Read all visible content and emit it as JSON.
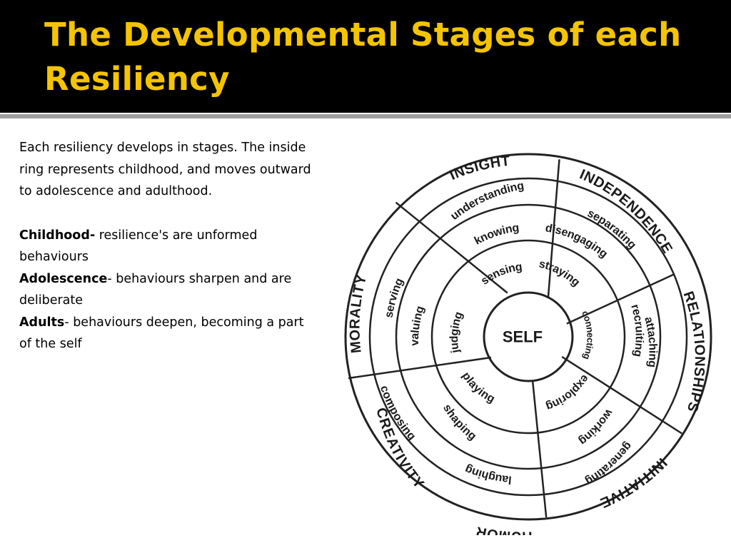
{
  "slide": {
    "title": "The Developmental Stages of each Resiliency",
    "intro": "Each resiliency develops in stages. The inside ring represents childhood, and moves outward to adolescence and adulthood.",
    "definitions": [
      {
        "term": "Childhood-",
        "desc": " resilience's are unformed behaviours"
      },
      {
        "term": "Adolescence",
        "desc": "- behaviours sharpen and are deliberate"
      },
      {
        "term": "Adults",
        "desc": "- behaviours deepen, becoming a part of the self"
      }
    ]
  },
  "wheel": {
    "center": "SELF",
    "categories": {
      "insight": "INSIGHT",
      "independence": "INDEPENDENCE",
      "relationships": "RELATIONSHIPS",
      "initiative": "INITIATIVE",
      "humor": "HUMOR",
      "creativity": "CREATIVITY",
      "morality": "MORALITY"
    },
    "adulthood": {
      "insight": "understanding",
      "independence": "separating",
      "relationships": "attaching",
      "initiative": "generating",
      "humor": "laughing",
      "creativity": "composing",
      "morality": "serving"
    },
    "adolescence": {
      "insight": "knowing",
      "independence": "disengaging",
      "relationships": "recruiting",
      "initiative": "working",
      "creativity": "shaping",
      "morality": "valuing"
    },
    "childhood": {
      "insight": "sensing",
      "independence": "straying",
      "relationships": "connecting",
      "initiative": "exploring",
      "creativity": "playing",
      "morality": "judging"
    }
  }
}
